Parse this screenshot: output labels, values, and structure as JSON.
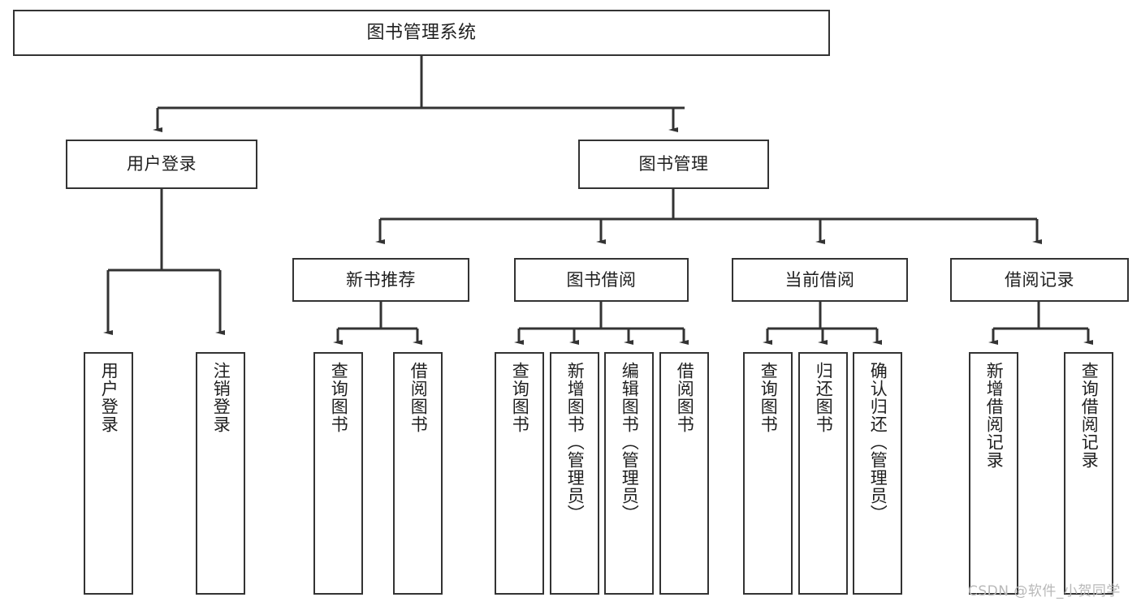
{
  "diagram": {
    "title": "图书管理系统",
    "watermark": "CSDN @软件_小贺同学",
    "stroke_color": "#333333",
    "text_color": "#1f1f1f",
    "background_color": "#ffffff",
    "nodes": {
      "root": "图书管理系统",
      "level2": {
        "user_login": "用户登录",
        "book_manage": "图书管理"
      },
      "level3": {
        "new_book_recommend": "新书推荐",
        "book_borrow": "图书借阅",
        "current_borrow": "当前借阅",
        "borrow_record": "借阅记录"
      },
      "leaves": {
        "user_login_1": "用户登录",
        "user_login_2": "注销登录",
        "recommend_1": "查询图书",
        "recommend_2": "借阅图书",
        "borrow_1": "查询图书",
        "borrow_2": "新增图书（管理员）",
        "borrow_3": "编辑图书（管理员）",
        "borrow_4": "借阅图书",
        "current_1": "查询图书",
        "current_2": "归还图书",
        "current_3": "确认归还（管理员）",
        "record_1": "新增借阅记录",
        "record_2": "查询借阅记录"
      }
    }
  }
}
